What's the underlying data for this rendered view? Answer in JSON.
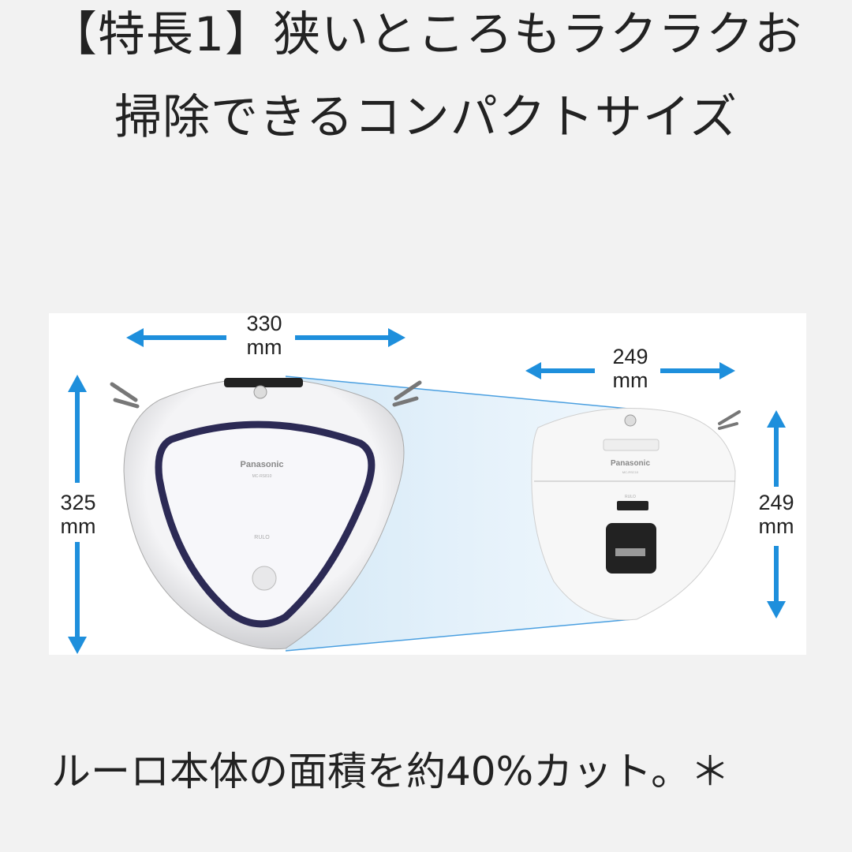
{
  "heading": "【特長1】狭いところもラクラクお掃除できるコンパクトサイズ",
  "figure": {
    "left_robot": {
      "width_value": "330",
      "width_unit": "mm",
      "height_value": "325",
      "height_unit": "mm",
      "brand": "Panasonic",
      "model": "MC-RS810",
      "series": "RULO"
    },
    "right_robot": {
      "width_value": "249",
      "width_unit": "mm",
      "height_value": "249",
      "height_unit": "mm",
      "brand": "Panasonic",
      "model": "MC-RSC10",
      "series": "RULO"
    },
    "arrow_color": "#1e8fdc"
  },
  "body": "ルーロ本体の面積を約40%カット。＊"
}
